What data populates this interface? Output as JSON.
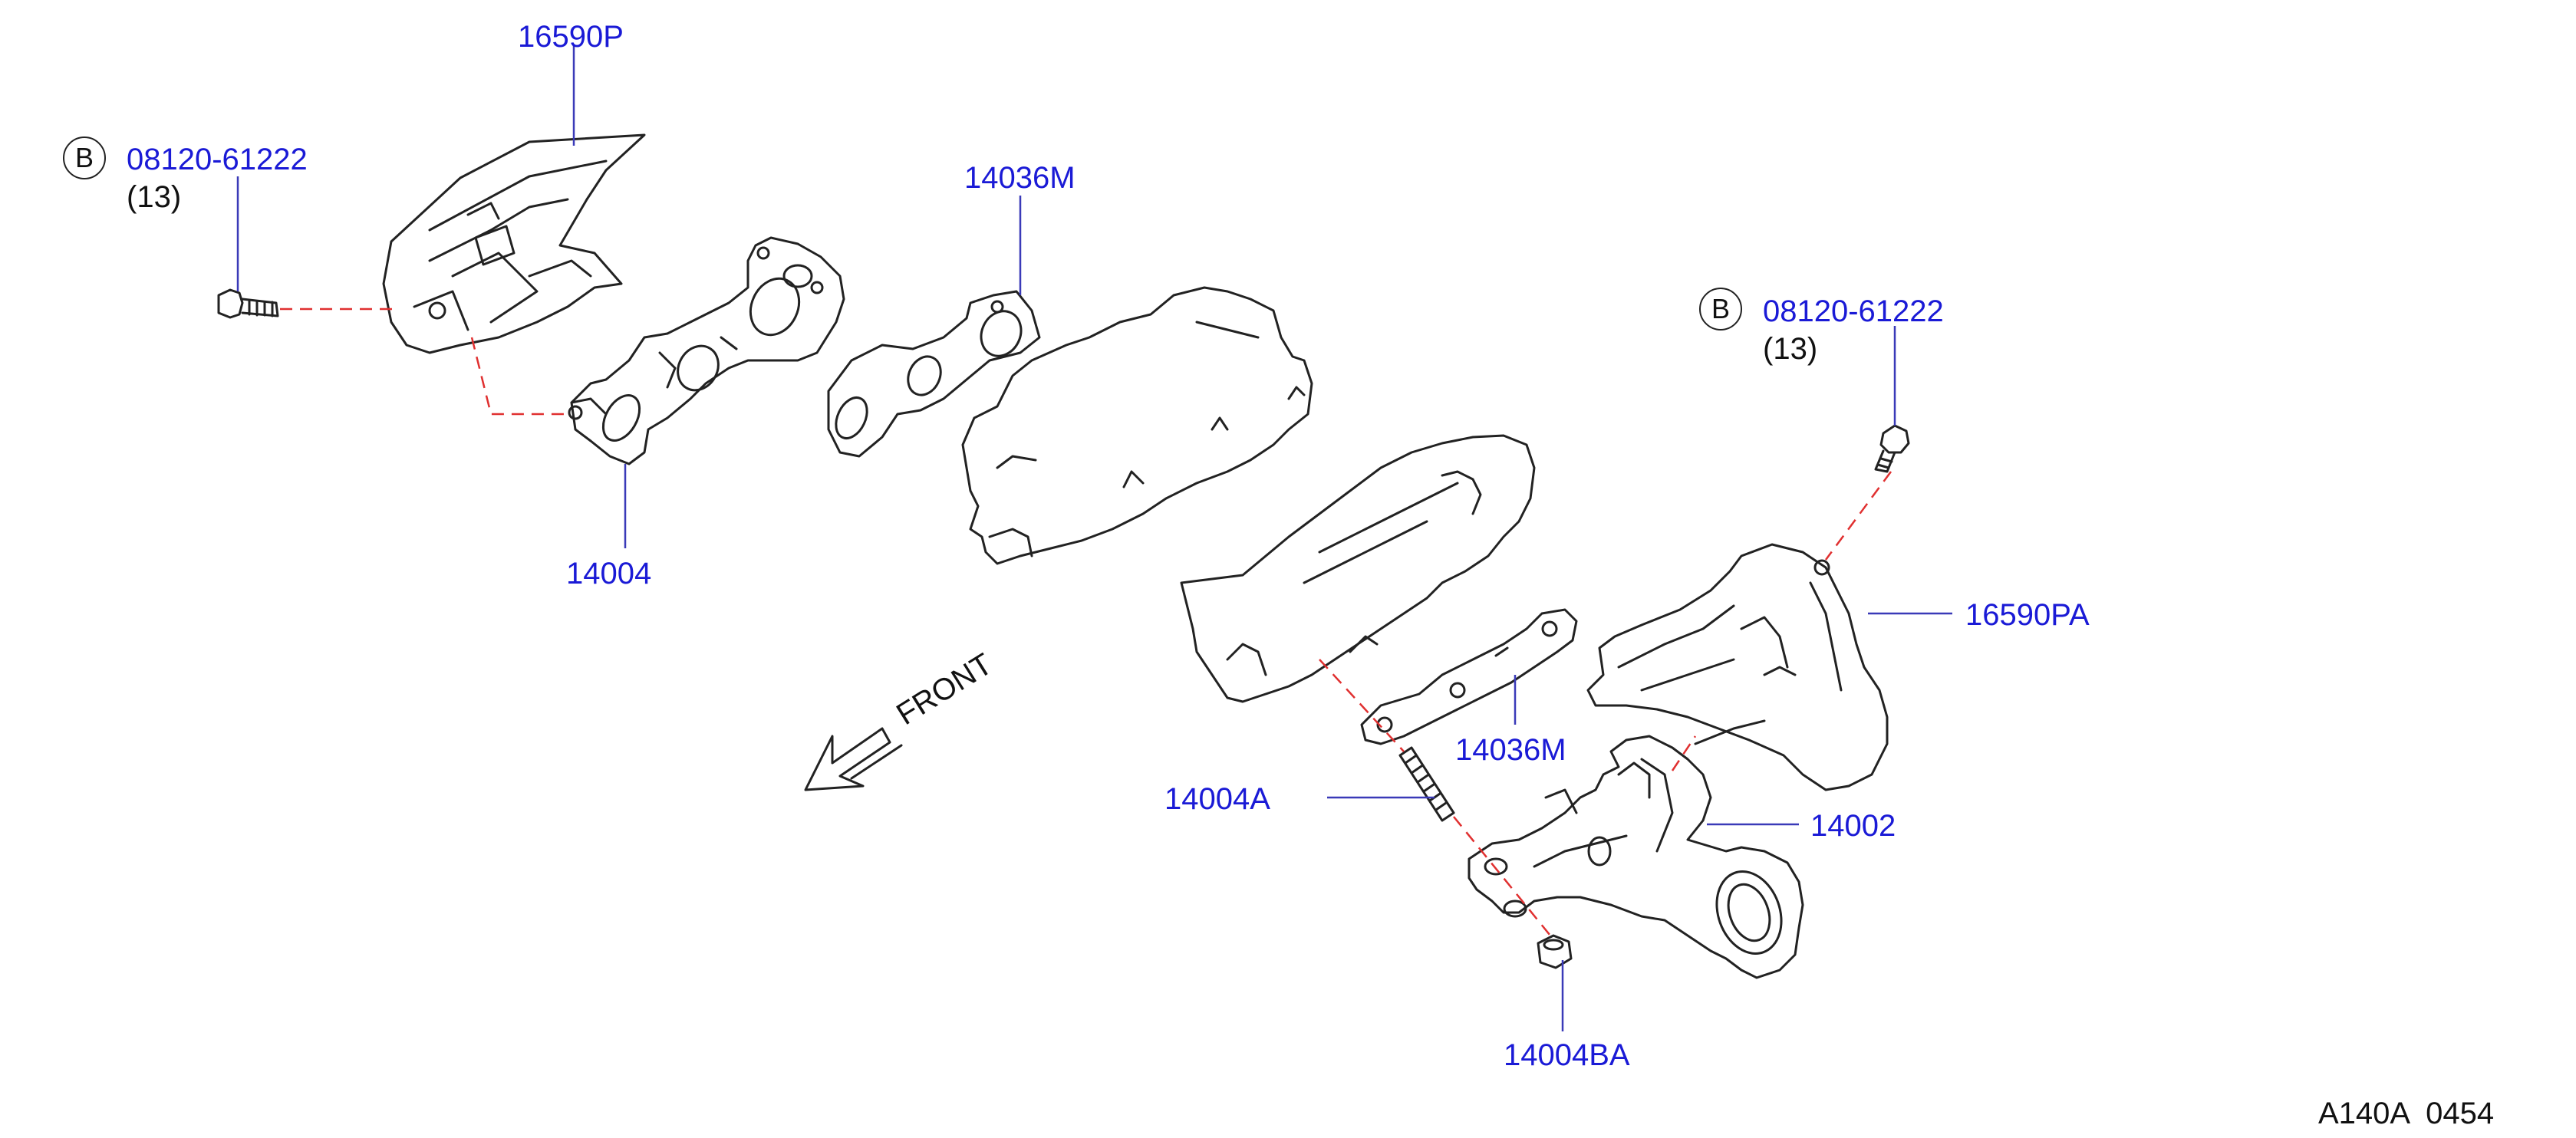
{
  "colors": {
    "callout_text": "#1a1ad6",
    "leader_line": "#3a3ab8",
    "dashed_line": "#e03030",
    "drawing": "#222222",
    "background": "#ffffff"
  },
  "callouts": {
    "heat_insulator_left": "16590P",
    "bolt_left_partno": "08120-61222",
    "bolt_left_qty": "(13)",
    "bolt_left_symbol": "B",
    "gasket_left": "14036M",
    "manifold_left": "14004",
    "bolt_right_partno": "08120-61222",
    "bolt_right_qty": "(13)",
    "bolt_right_symbol": "B",
    "heat_insulator_right": "16590PA",
    "gasket_right": "14036M",
    "stud": "14004A",
    "manifold_right": "14002",
    "nut": "14004BA"
  },
  "front_label": "FRONT",
  "footer_code": "A140A  0454",
  "icons": [
    "front-arrow-icon",
    "bolt-b-symbol-icon"
  ]
}
